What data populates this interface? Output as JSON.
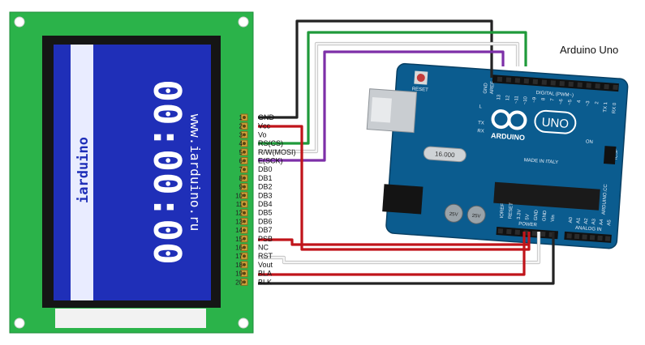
{
  "arduino": {
    "title": "Arduino Uno",
    "brand": "ARDUINO",
    "model": "UNO",
    "made_in": "MADE IN ITALY",
    "website": "ARDUINO.CC",
    "header_digital": "DIGITAL (PWM~)",
    "header_power": "POWER",
    "header_analog": "ANALOG IN",
    "label_tx": "TX",
    "label_rx": "RX",
    "label_on": "ON",
    "label_l": "L",
    "label_aref": "AREF",
    "label_gnd": "GND",
    "label_reset": "RESET",
    "label_icsp": "ICSP",
    "crystal": "16.000",
    "cap_text": "25V"
  },
  "lcd": {
    "time_text": "00:00:00",
    "brand_text": "iarduino",
    "url_text": "www.iarduino.ru"
  },
  "pins": [
    {
      "num": "1",
      "label": "GND"
    },
    {
      "num": "2",
      "label": "Vcc"
    },
    {
      "num": "3",
      "label": "Vo"
    },
    {
      "num": "4",
      "label": "RS(CS)"
    },
    {
      "num": "5",
      "label": "R/W(MOSI)"
    },
    {
      "num": "6",
      "label": "E(SCK)"
    },
    {
      "num": "7",
      "label": "DB0"
    },
    {
      "num": "8",
      "label": "DB1"
    },
    {
      "num": "9",
      "label": "DB2"
    },
    {
      "num": "10",
      "label": "DB3"
    },
    {
      "num": "11",
      "label": "DB4"
    },
    {
      "num": "12",
      "label": "DB5"
    },
    {
      "num": "13",
      "label": "DB6"
    },
    {
      "num": "14",
      "label": "DB7"
    },
    {
      "num": "15",
      "label": "PSB"
    },
    {
      "num": "16",
      "label": "NC"
    },
    {
      "num": "17",
      "label": "RST"
    },
    {
      "num": "18",
      "label": "Vout"
    },
    {
      "num": "19",
      "label": "BLA"
    },
    {
      "num": "20",
      "label": "BLK"
    }
  ],
  "digital_pins": [
    "13",
    "12",
    "~11",
    "~10",
    "~9",
    "8",
    "7",
    "~6",
    "~5",
    "4",
    "~3",
    "2",
    "TX 1",
    "RX 0"
  ],
  "analog_pins": [
    "A0",
    "A1",
    "A2",
    "A3",
    "A4",
    "A5"
  ],
  "power_pins": [
    "IOREF",
    "RESET",
    "3.3V",
    "5V",
    "GND",
    "GND",
    "Vin"
  ],
  "wire_colors": {
    "black": "#222222",
    "red": "#c0141a",
    "green": "#1f9a3a",
    "purple": "#7d2fa8",
    "white": "#f4f4f4"
  },
  "colors": {
    "pcb_green": "#2bb34a",
    "lcd_blue": "#1f2fb8",
    "arduino_blue": "#0b5c8f"
  }
}
